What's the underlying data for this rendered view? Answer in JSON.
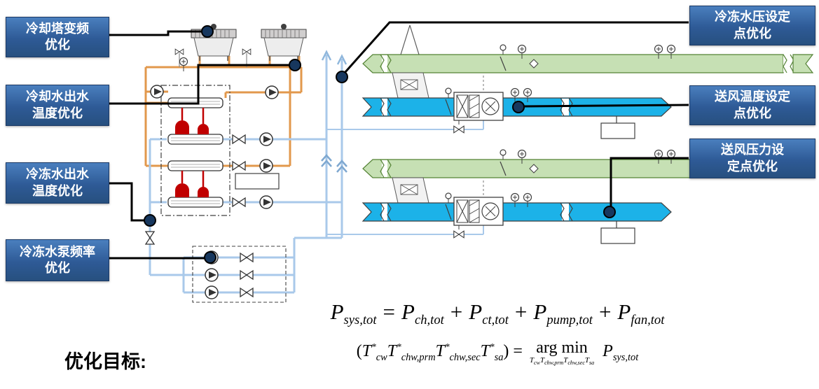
{
  "colors": {
    "callout_background": "#2E5A96",
    "callout_text": "#FFFFFF",
    "condenser_water_pipe": "#E2984C",
    "chilled_water_pipe": "#A9C9EA",
    "refrigerant_red": "#C00000",
    "return_air_duct": "#C6E0B4",
    "supply_air_duct": "#1CB2E8",
    "anchor_dot": "#17375E"
  },
  "callouts": {
    "left": [
      {
        "lines": [
          "冷却塔变频",
          "优化"
        ]
      },
      {
        "lines": [
          "冷却水出水",
          "温度优化"
        ]
      },
      {
        "lines": [
          "冷冻水出水",
          "温度优化"
        ]
      },
      {
        "lines": [
          "冷冻水泵频率",
          "优化"
        ]
      }
    ],
    "right": [
      {
        "lines": [
          "冷冻水压设定",
          "点优化"
        ]
      },
      {
        "lines": [
          "送风温度设定",
          "点优化"
        ]
      },
      {
        "lines": [
          "送风压力设",
          "定点优化"
        ]
      }
    ]
  },
  "objective_label": "优化目标:",
  "formulas": {
    "power": {
      "p": "P",
      "eq": "=",
      "plus": "+",
      "sub_sys": "sys,tot",
      "sub_ch": "ch,tot",
      "sub_ct": "ct,tot",
      "sub_pump": "pump,tot",
      "sub_fan": "fan,tot"
    },
    "argmin": {
      "open": "(",
      "t": "T",
      "star": "*",
      "sub_cw": "cw",
      "sub_prm": "chw,prm",
      "sub_sec": "chw,sec",
      "sub_sa": "sa",
      "close_eq": ") =",
      "label": "arg min",
      "p": "P",
      "sub_sys": "sys,tot"
    }
  }
}
